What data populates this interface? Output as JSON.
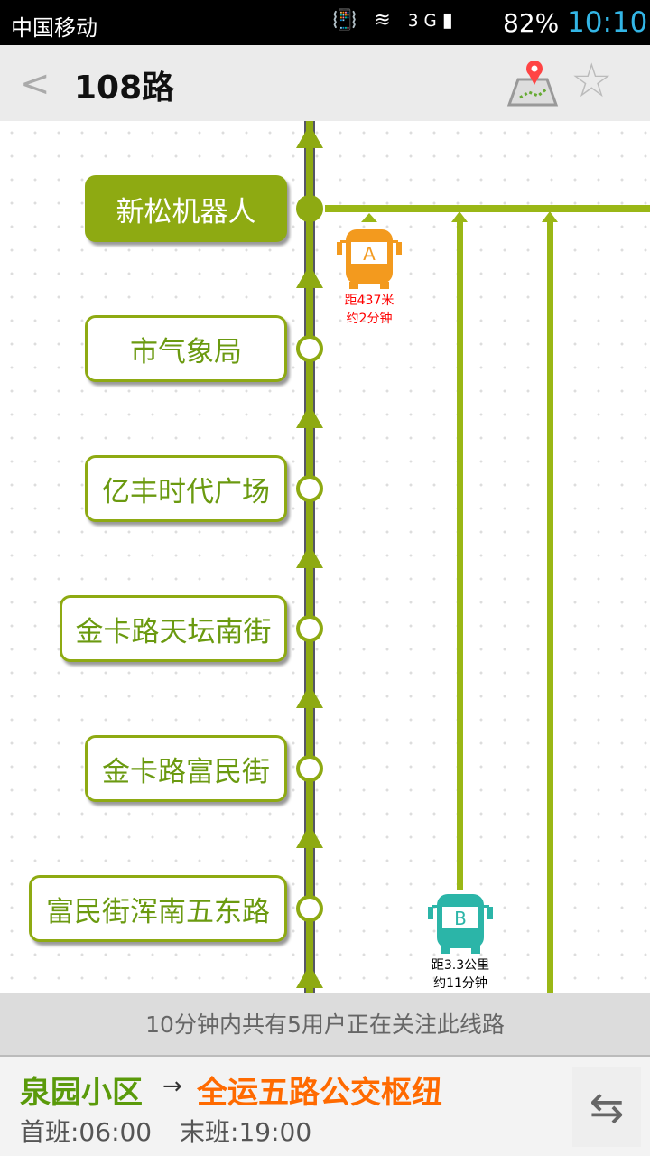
{
  "status_bar": {
    "carrier": "中国移动",
    "network": "3G",
    "battery": "82%",
    "time": "10:10"
  },
  "header": {
    "title": "108路",
    "back_icon": "chevron-left-icon",
    "map_icon": "map-pin-icon",
    "favorite_icon": "star-icon"
  },
  "stops": [
    {
      "name": "新松机器人",
      "current": true
    },
    {
      "name": "市气象局"
    },
    {
      "name": "亿丰时代广场"
    },
    {
      "name": "金卡路天坛南街"
    },
    {
      "name": "金卡路富民街"
    },
    {
      "name": "富民街浑南五东路"
    }
  ],
  "buses": [
    {
      "label": "A",
      "distance": "距437米",
      "eta": "约2分钟",
      "color": "#f39a1e",
      "text_color": "#ff0000"
    },
    {
      "label": "B",
      "distance": "距3.3公里",
      "eta": "约11分钟",
      "color": "#2bb5a8",
      "text_color": "#111111"
    }
  ],
  "info_bar": "10分钟内共有5用户正在关注此线路",
  "footer": {
    "from": "泉园小区",
    "arrow": "→",
    "to": "全运五路公交枢纽",
    "first_bus": "首班:06:00",
    "last_bus": "末班:19:00",
    "swap_icon": "swap-direction-icon"
  },
  "colors": {
    "line": "#8eaa12",
    "accent": "#ff6a00",
    "time": "#33b5e5"
  }
}
